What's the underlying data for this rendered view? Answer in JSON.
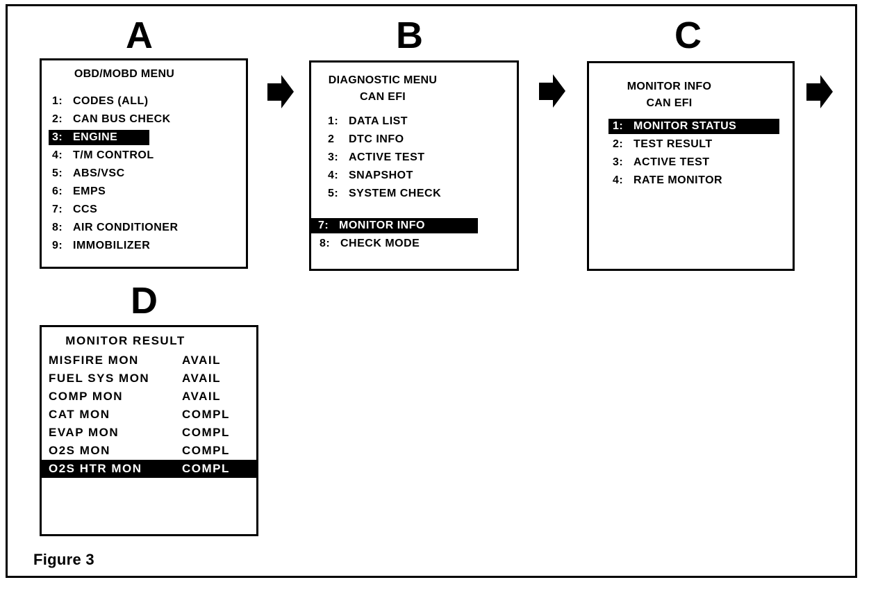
{
  "figure": {
    "label": "Figure 3"
  },
  "colors": {
    "ink": "#000000",
    "paper": "#ffffff",
    "highlight_bg": "#000000",
    "highlight_text": "#ffffff"
  },
  "arrows": [
    {
      "icon": "right-arrow-icon"
    },
    {
      "icon": "right-arrow-icon"
    },
    {
      "icon": "right-arrow-icon"
    }
  ],
  "panels": {
    "a": {
      "label": "A",
      "title_lines": [
        "OBD/MOBD MENU"
      ],
      "items": [
        {
          "num": "1:",
          "label": "CODES (ALL)",
          "highlighted": false
        },
        {
          "num": "2:",
          "label": "CAN BUS CHECK",
          "highlighted": false
        },
        {
          "num": "3:",
          "label": "ENGINE",
          "highlighted": true
        },
        {
          "num": "4:",
          "label": "T/M CONTROL",
          "highlighted": false
        },
        {
          "num": "5:",
          "label": "ABS/VSC",
          "highlighted": false
        },
        {
          "num": "6:",
          "label": "EMPS",
          "highlighted": false
        },
        {
          "num": "7:",
          "label": "CCS",
          "highlighted": false
        },
        {
          "num": "8:",
          "label": "AIR CONDITIONER",
          "highlighted": false
        },
        {
          "num": "9:",
          "label": "IMMOBILIZER",
          "highlighted": false
        }
      ]
    },
    "b": {
      "label": "B",
      "title_lines": [
        "DIAGNOSTIC MENU",
        "CAN EFI"
      ],
      "items": [
        {
          "num": "1:",
          "label": "DATA LIST",
          "highlighted": false
        },
        {
          "num": "2",
          "label": "DTC INFO",
          "highlighted": false
        },
        {
          "num": "3:",
          "label": "ACTIVE TEST",
          "highlighted": false
        },
        {
          "num": "4:",
          "label": "SNAPSHOT",
          "highlighted": false
        },
        {
          "num": "5:",
          "label": "SYSTEM CHECK",
          "highlighted": false
        },
        {
          "num": "7:",
          "label": "MONITOR INFO",
          "highlighted": true
        },
        {
          "num": "8:",
          "label": "CHECK MODE",
          "highlighted": false
        }
      ]
    },
    "c": {
      "label": "C",
      "title_lines": [
        "MONITOR INFO",
        "CAN EFI"
      ],
      "items": [
        {
          "num": "1:",
          "label": "MONITOR STATUS",
          "highlighted": true
        },
        {
          "num": "2:",
          "label": "TEST RESULT",
          "highlighted": false
        },
        {
          "num": "3:",
          "label": "ACTIVE TEST",
          "highlighted": false
        },
        {
          "num": "4:",
          "label": "RATE MONITOR",
          "highlighted": false
        }
      ]
    },
    "d": {
      "label": "D",
      "title_lines": [
        "MONITOR RESULT"
      ],
      "rows": [
        {
          "name": "MISFIRE MON",
          "status": "AVAIL",
          "highlighted": false
        },
        {
          "name": "FUEL SYS MON",
          "status": "AVAIL",
          "highlighted": false
        },
        {
          "name": "COMP MON",
          "status": "AVAIL",
          "highlighted": false
        },
        {
          "name": "CAT MON",
          "status": "COMPL",
          "highlighted": false
        },
        {
          "name": "EVAP MON",
          "status": "COMPL",
          "highlighted": false
        },
        {
          "name": "O2S MON",
          "status": "COMPL",
          "highlighted": false
        },
        {
          "name": "O2S HTR MON",
          "status": "COMPL",
          "highlighted": true
        }
      ]
    }
  }
}
